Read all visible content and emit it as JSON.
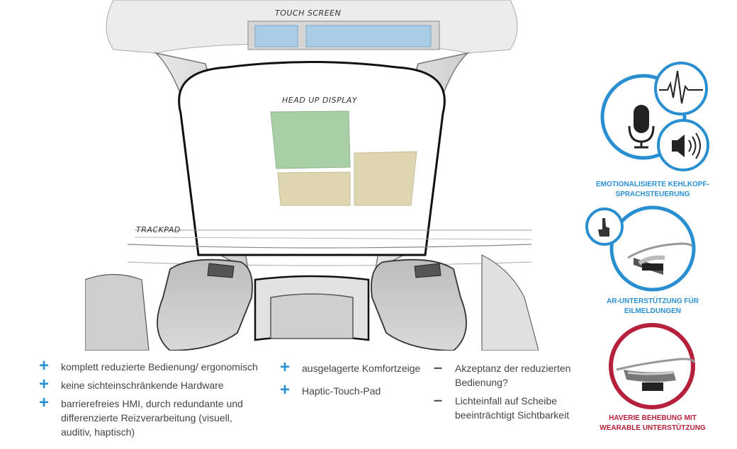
{
  "labels": {
    "touch_screen": "TOUCH SCREEN",
    "head_up_display": "HEAD UP DISPLAY",
    "trackpad": "TRACKPAD"
  },
  "features": {
    "column1": [
      {
        "type": "plus",
        "text": "komplett reduzierte Bedienung/ ergonomisch"
      },
      {
        "type": "plus",
        "text": "keine sichteinschränkende Hardware"
      },
      {
        "type": "plus",
        "text": "barrierefreies HMI, durch redundante und differenzierte Reizverarbeitung (visuell, auditiv, haptisch)"
      }
    ],
    "column2": [
      {
        "type": "plus",
        "text": "ausgelagerte Komfortzeige"
      },
      {
        "type": "plus",
        "text": "Haptic-Touch-Pad"
      }
    ],
    "column3": [
      {
        "type": "minus",
        "text": "Akzeptanz der reduzierten Bedienung?"
      },
      {
        "type": "minus",
        "text": "Lichteinfall auf Scheibe beeinträchtigt Sichtbarkeit"
      }
    ]
  },
  "side_icons": [
    {
      "icon": "microphone-waveform-speaker-icon",
      "caption_line1": "EMOTIONALISIERTE KEHLKOPF-",
      "caption_line2": "SPRACHSTEUERUNG",
      "color": "#2a8fd0"
    },
    {
      "icon": "ar-glasses-touch-icon",
      "caption_line1": "AR-UNTERSTÜTZUNG FÜR",
      "caption_line2": "EILMELDUNGEN",
      "color": "#2a8fd0"
    },
    {
      "icon": "wearable-glasses-icon",
      "caption_line1": "HAVERIE BEHEBUNG MIT",
      "caption_line2": "WEARABLE UNTERSTÜTZUNG",
      "color": "#b5203a"
    }
  ]
}
